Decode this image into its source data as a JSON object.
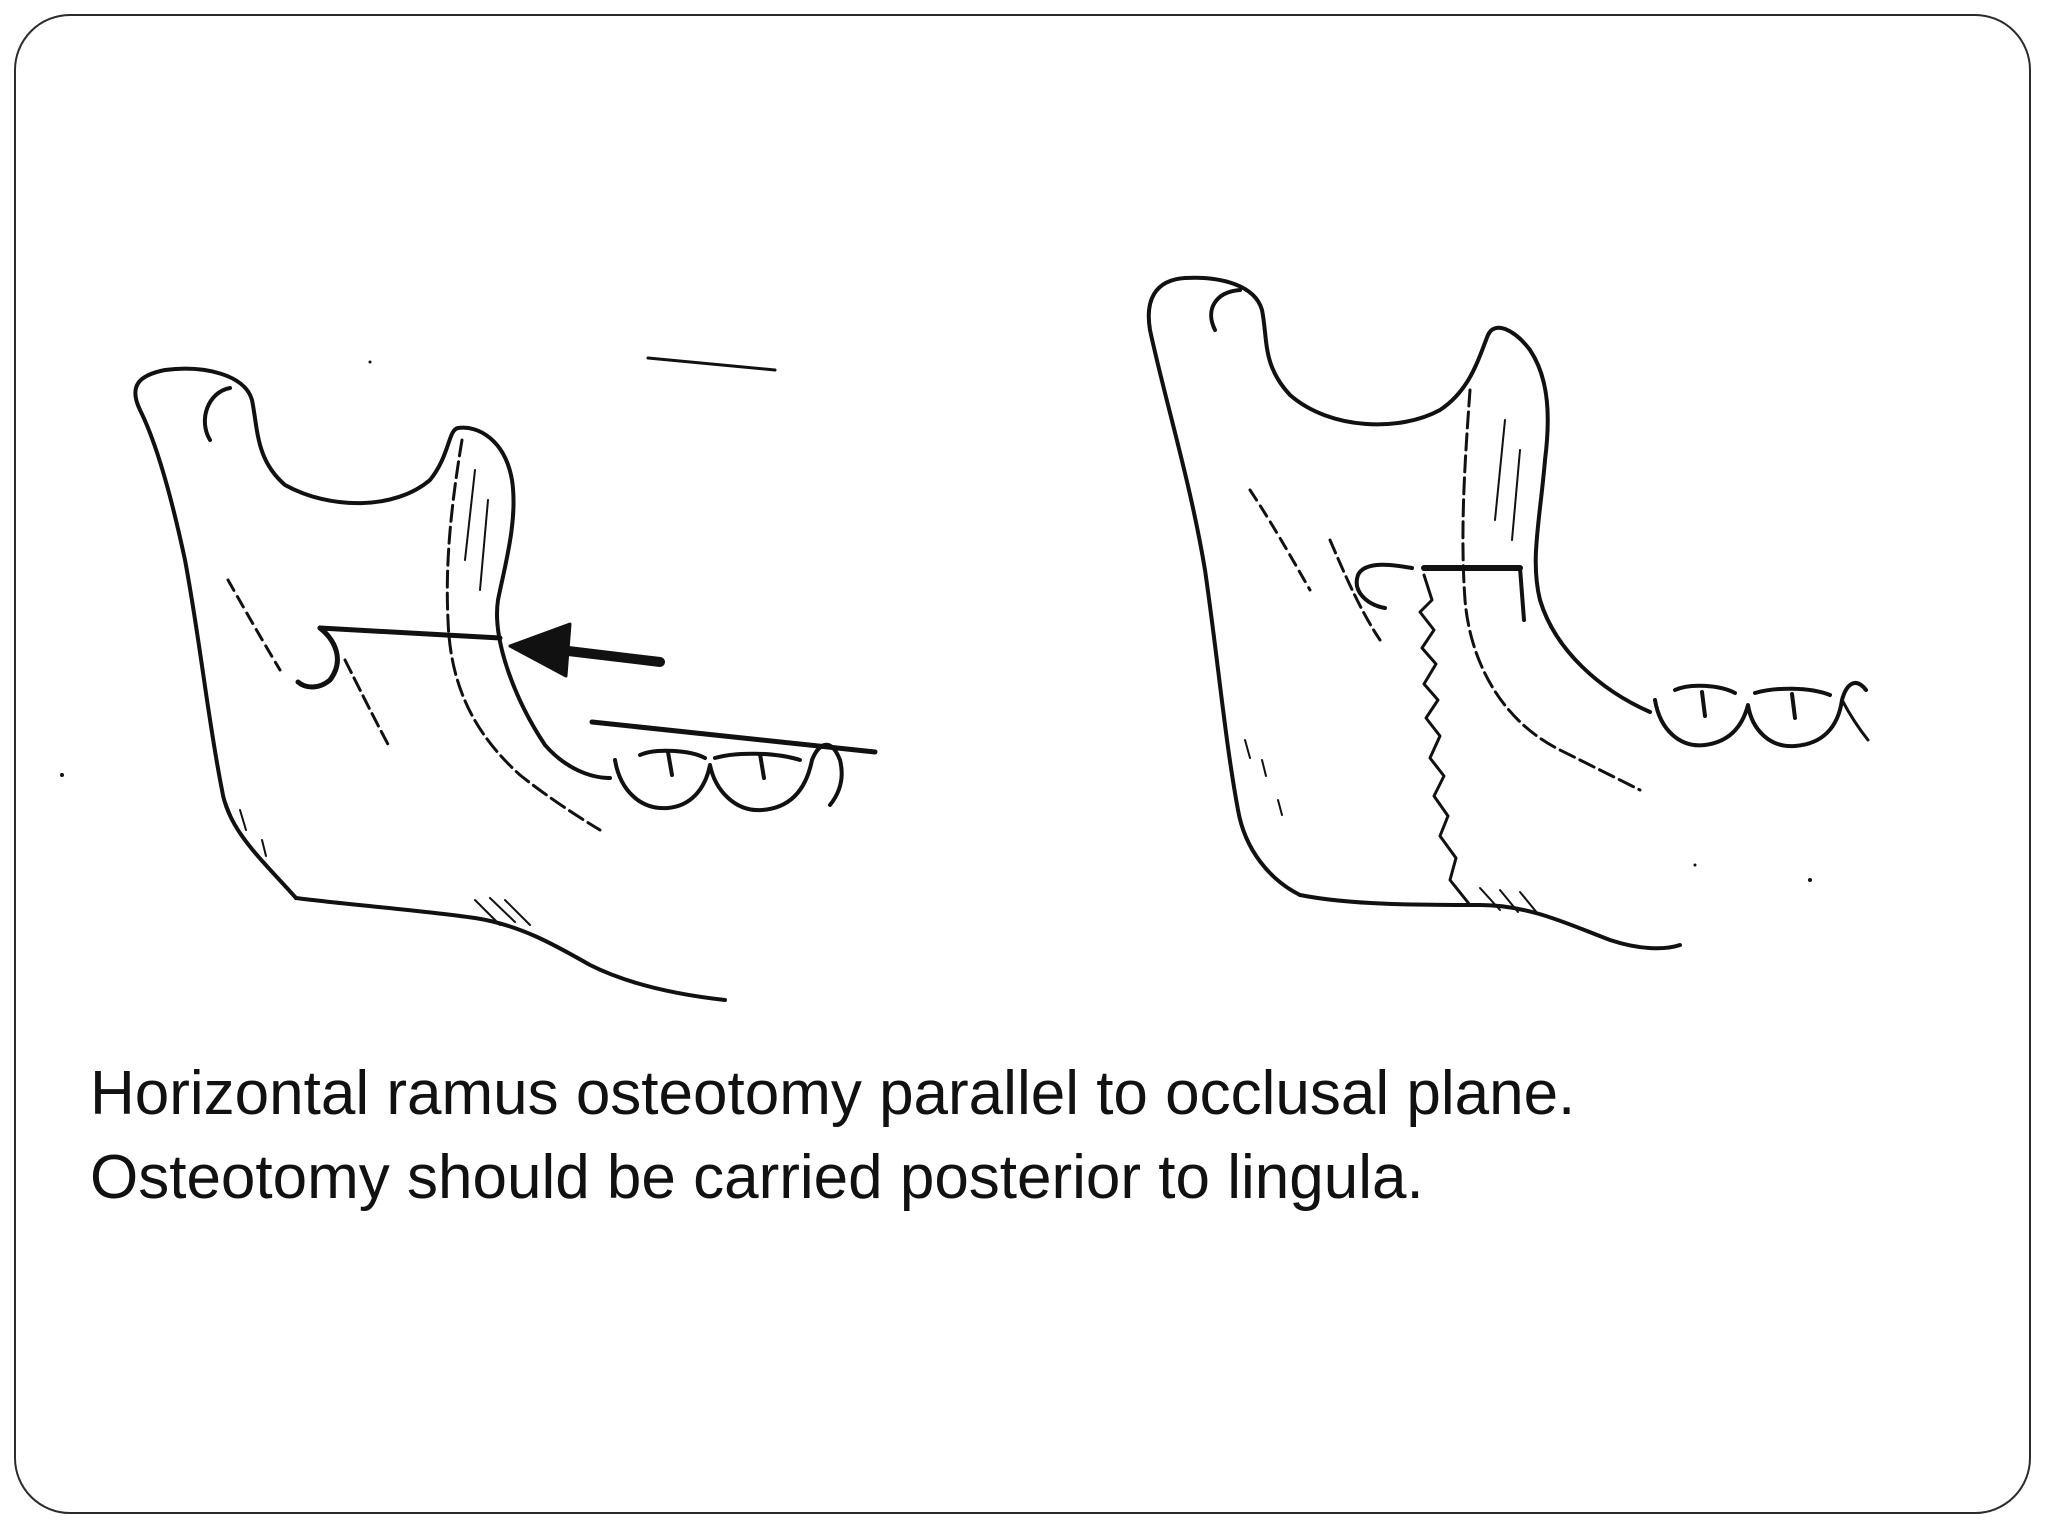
{
  "slide": {
    "caption_lines": [
      "Horizontal ramus osteotomy parallel to occlusal plane.",
      "Osteotomy should be carried posterior to lingula."
    ]
  },
  "figures": [
    {
      "id": "mandible-before-osteotomy",
      "content": "line drawing of mandibular ramus with horizontal cut line and arrow"
    },
    {
      "id": "mandible-after-osteotomy",
      "content": "line drawing of mandibular ramus after horizontal osteotomy"
    }
  ],
  "colors": {
    "ink": "#111111",
    "frame": "#2b2b2b",
    "background": "#ffffff"
  }
}
